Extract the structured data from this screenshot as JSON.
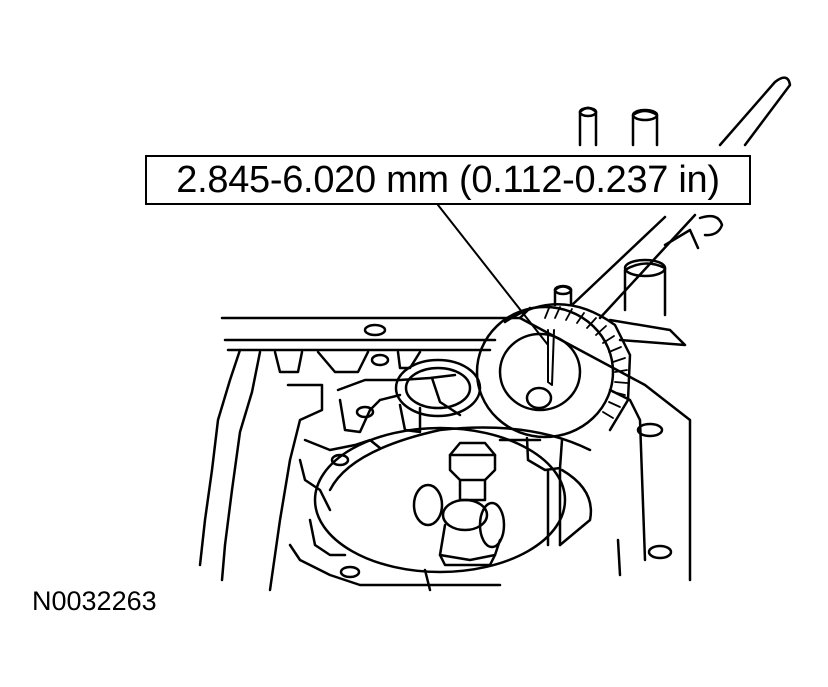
{
  "figure": {
    "callout_label": "2.845-6.020 mm (0.112-0.237 in)",
    "figure_id": "N0032263",
    "components": [
      "dial-indicator",
      "dial-indicator-stem",
      "indicator-holder-rod",
      "alignment-pins",
      "valve-body-casting",
      "bolt-head",
      "bore-opening"
    ]
  },
  "colors": {
    "line": "#000000",
    "background": "#ffffff"
  }
}
